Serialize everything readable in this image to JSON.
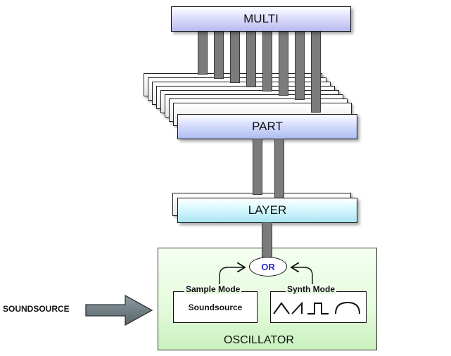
{
  "diagram": {
    "multi_label": "MULTI",
    "part_label": "PART",
    "layer_label": "LAYER",
    "oscillator_label": "OSCILLATOR",
    "or_label": "OR",
    "sample_mode_label": "Sample Mode",
    "synth_mode_label": "Synth Mode",
    "soundsource_box_label": "Soundsource",
    "soundsource_input_label": "SOUNDSOURCE",
    "colors": {
      "multi": "#c3c3f2",
      "part": "#b7c5f3",
      "layer": "#b2ebf5",
      "oscillator": "#d3f4c9",
      "connector": "#7b7b7b",
      "or_text": "#2a2ad0",
      "arrow": "#5f6d72"
    },
    "icons": [
      "triangle-wave-icon",
      "sawtooth-wave-icon",
      "square-wave-icon",
      "sine-wave-icon"
    ]
  }
}
